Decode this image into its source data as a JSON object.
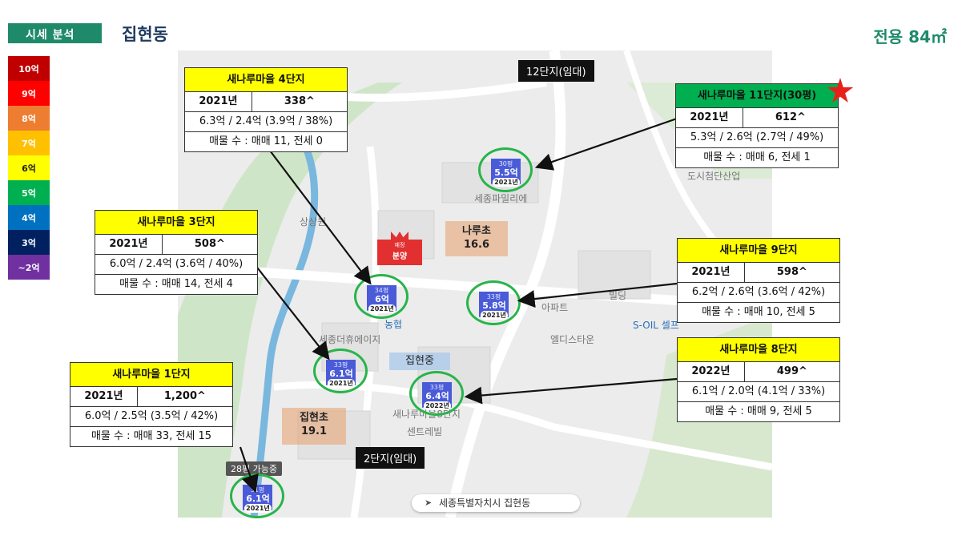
{
  "header": {
    "badge": "시세 분석",
    "title": "집현동",
    "size": "전용 84㎡"
  },
  "legend": [
    {
      "label": "10억",
      "color": "#c00000"
    },
    {
      "label": "9억",
      "color": "#ff0000"
    },
    {
      "label": "8억",
      "color": "#ed7d31"
    },
    {
      "label": "7억",
      "color": "#ffc000"
    },
    {
      "label": "6억",
      "color": "#ffff00",
      "text_color": "#222222"
    },
    {
      "label": "5억",
      "color": "#00b050"
    },
    {
      "label": "4억",
      "color": "#0070c0"
    },
    {
      "label": "3억",
      "color": "#002060"
    },
    {
      "label": "~2억",
      "color": "#7030a0"
    }
  ],
  "cards": {
    "c4": {
      "name": "새나루마을 4단지",
      "year": "2021년",
      "units": "338^",
      "price": "6.3억 / 2.4억 (3.9억 / 38%)",
      "listings": "매물 수 : 매매 11, 전세 0"
    },
    "c11": {
      "name": "새나루마을 11단지(30평)",
      "year": "2021년",
      "units": "612^",
      "price": "5.3억 / 2.6억 (2.7억 / 49%)",
      "listings": "매물 수 : 매매 6, 전세 1"
    },
    "c3": {
      "name": "새나루마을 3단지",
      "year": "2021년",
      "units": "508^",
      "price": "6.0억 / 2.4억 (3.6억 / 40%)",
      "listings": "매물 수 : 매매 14, 전세 4"
    },
    "c9": {
      "name": "새나루마을 9단지",
      "year": "2021년",
      "units": "598^",
      "price": "6.2억 / 2.6억 (3.6억 / 42%)",
      "listings": "매물 수 : 매매 10, 전세 5"
    },
    "c8": {
      "name": "새나루마을 8단지",
      "year": "2022년",
      "units": "499^",
      "price": "6.1억 / 2.0억 (4.1억 / 33%)",
      "listings": "매물 수 : 매매 9, 전세 5"
    },
    "c1": {
      "name": "새나루마을 1단지",
      "year": "2021년",
      "units": "1,200^",
      "price": "6.0억 / 2.5억 (3.5억 / 42%)",
      "listings": "매물 수 : 매매 33, 전세 15"
    }
  },
  "markers": {
    "m11": {
      "pyeong": "30평",
      "price": "5.5억",
      "year": "2021년"
    },
    "m4": {
      "pyeong": "34평",
      "price": "6억",
      "year": "2021년"
    },
    "m9": {
      "pyeong": "33평",
      "price": "5.8억",
      "year": "2021년"
    },
    "m3": {
      "pyeong": "33평",
      "price": "6.1억",
      "year": "2021년"
    },
    "m8": {
      "pyeong": "33평",
      "price": "6.4억",
      "year": "2022년"
    },
    "m1": {
      "pyeong": "31평",
      "price": "6.1억",
      "year": "2021년"
    }
  },
  "presale": {
    "small": "예정",
    "main": "분양"
  },
  "labels": {
    "rental12": "12단지(임대)",
    "rental2": "2단지(임대)",
    "naru_school": "나루초",
    "naru_value": "16.6",
    "jiphyeon_middle": "집현중",
    "jiphyeon_elem": "집현초",
    "jiphyeon_elem_value": "19.1",
    "dev": "28평 가능중"
  },
  "map_text": {
    "city_office": "도시첨단산업",
    "sangsang": "상상원",
    "nonghyup": "농협",
    "soil": "S-OIL 셀프",
    "apart": "아파트",
    "edistone": "엘디스타운",
    "bitdan": "빌딩",
    "jiphyeon_hu": "세종더휴에이지",
    "family": "세종파밀리에",
    "center": "센트레빌",
    "sae8": "새나루마을8단지"
  },
  "search": {
    "icon": "navigation-arrow-icon",
    "text": "세종특별자치시 집현동"
  }
}
